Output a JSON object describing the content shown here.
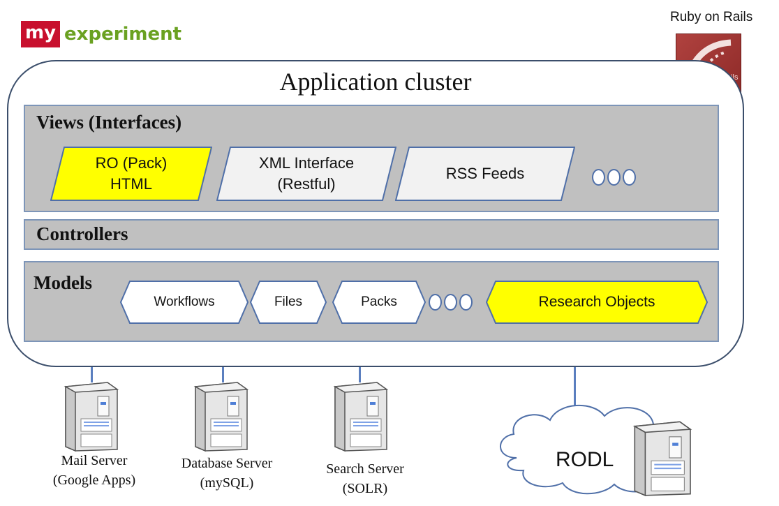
{
  "logo": {
    "left": "my",
    "right": "experiment"
  },
  "framework": {
    "label": "Ruby on Rails",
    "logo_text": "Ruby on Rails"
  },
  "cluster": {
    "title": "Application cluster"
  },
  "views": {
    "title": "Views (Interfaces)",
    "items": [
      {
        "line1": "RO (Pack)",
        "line2": "HTML",
        "highlight": true
      },
      {
        "line1": "XML Interface",
        "line2": "(Restful)",
        "highlight": false
      },
      {
        "line1": "RSS Feeds",
        "line2": "",
        "highlight": false
      }
    ]
  },
  "controllers": {
    "title": "Controllers"
  },
  "models": {
    "title": "Models",
    "items": [
      {
        "label": "Workflows",
        "highlight": false
      },
      {
        "label": "Files",
        "highlight": false
      },
      {
        "label": "Packs",
        "highlight": false
      },
      {
        "label": "Research Objects",
        "highlight": true
      }
    ]
  },
  "servers": [
    {
      "line1": "Mail Server",
      "line2": "(Google Apps)"
    },
    {
      "line1": "Database Server",
      "line2": "(mySQL)"
    },
    {
      "line1": "Search Server",
      "line2": "(SOLR)"
    }
  ],
  "rodl": {
    "label": "RODL"
  },
  "colors": {
    "highlight": "#ffff00",
    "layer_fill": "#c0c0c0",
    "layer_border": "#7d95b8",
    "shape_border": "#4f6fa8",
    "logo_red": "#c8102e",
    "logo_green": "#6aa121"
  }
}
